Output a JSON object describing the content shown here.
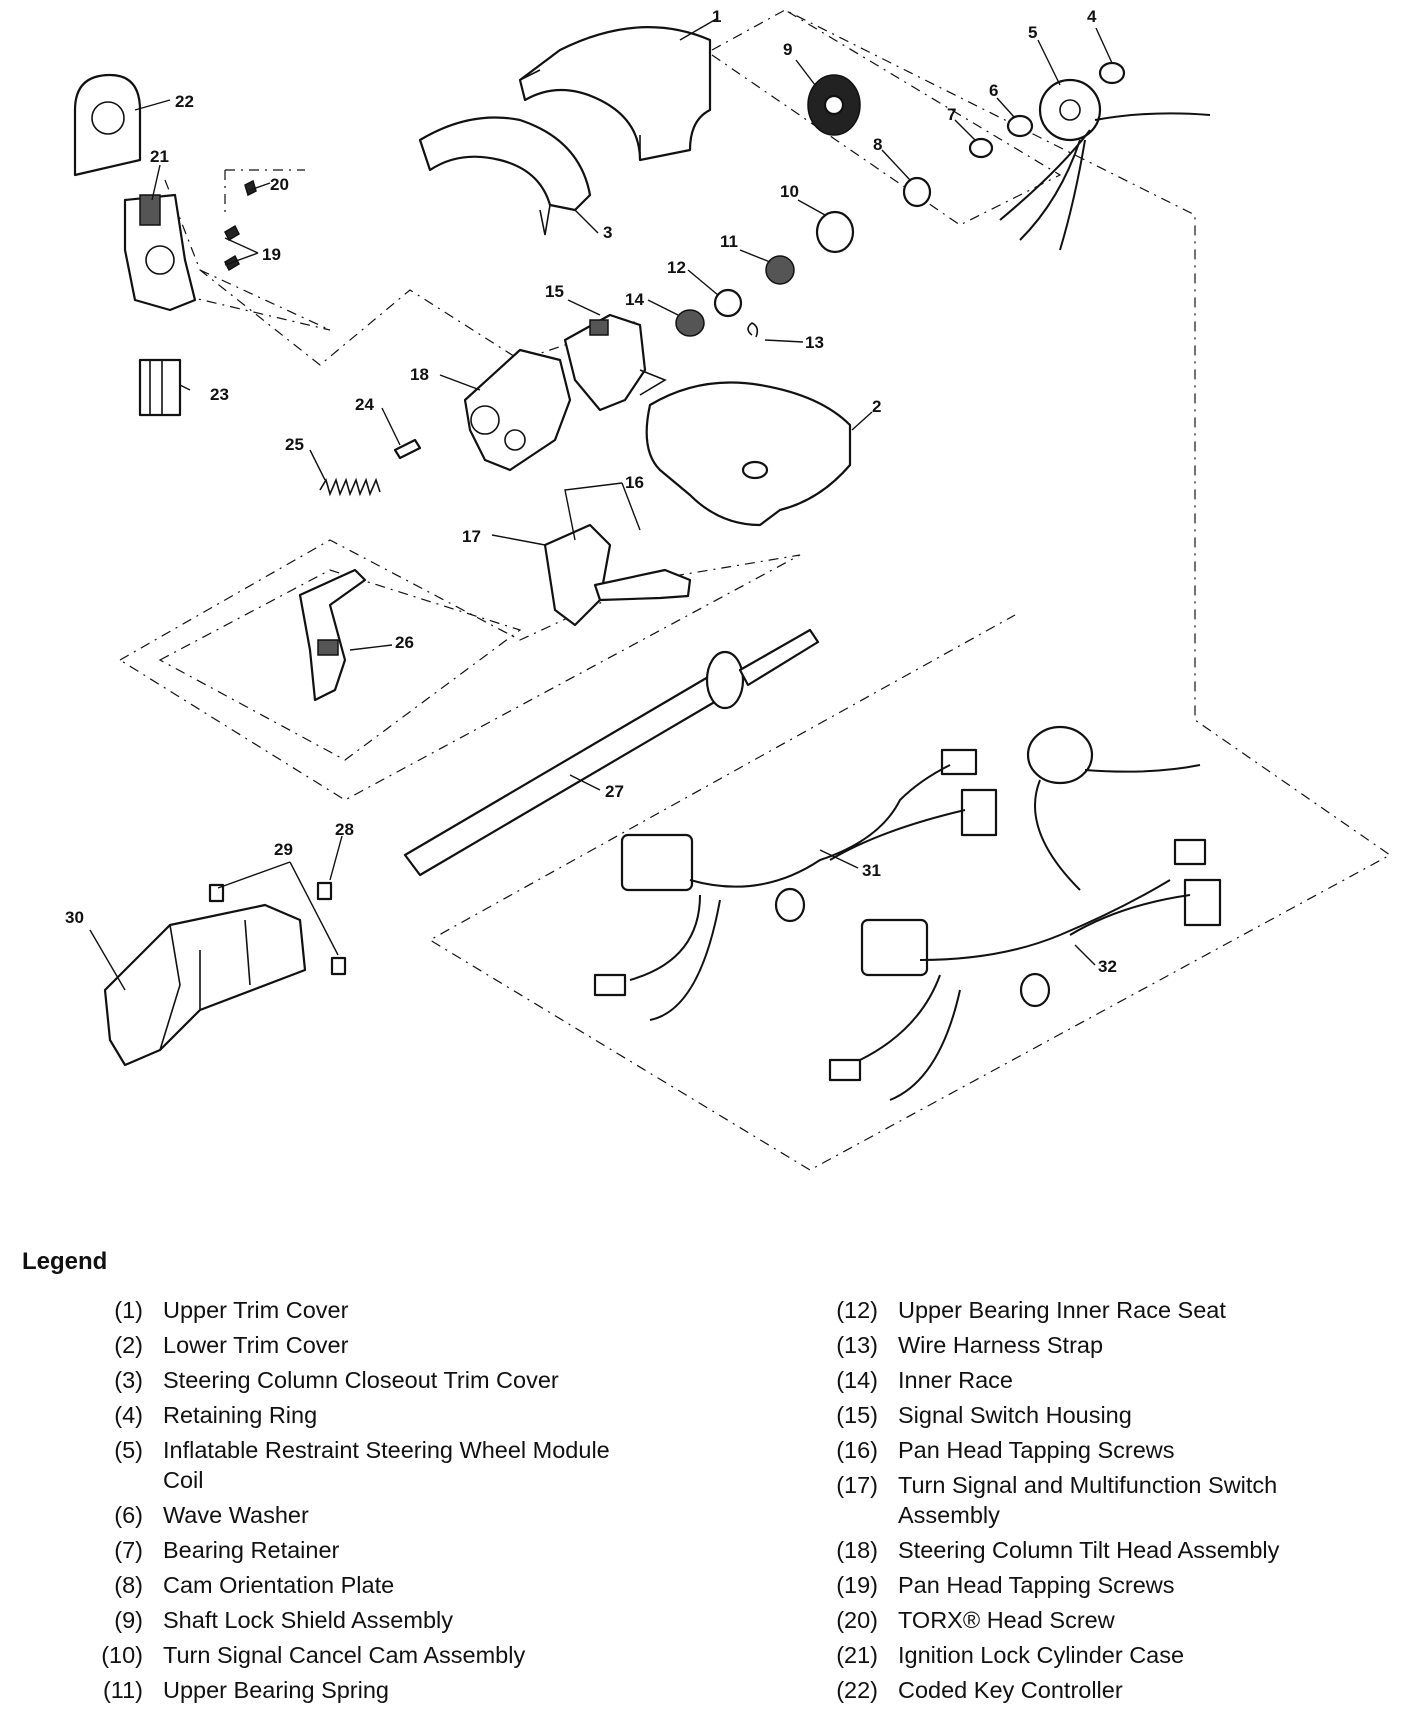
{
  "diagram": {
    "callouts": [
      "1",
      "2",
      "3",
      "4",
      "5",
      "6",
      "7",
      "8",
      "9",
      "10",
      "11",
      "12",
      "13",
      "14",
      "15",
      "16",
      "17",
      "18",
      "19",
      "20",
      "21",
      "22",
      "23",
      "24",
      "25",
      "26",
      "27",
      "28",
      "29",
      "30",
      "31",
      "32"
    ]
  },
  "legend": {
    "title": "Legend",
    "left_items": [
      {
        "num": "(1)",
        "text": "Upper Trim Cover"
      },
      {
        "num": "(2)",
        "text": "Lower Trim Cover"
      },
      {
        "num": "(3)",
        "text": "Steering Column Closeout Trim Cover"
      },
      {
        "num": "(4)",
        "text": "Retaining Ring"
      },
      {
        "num": "(5)",
        "text": "Inflatable Restraint Steering Wheel Module Coil"
      },
      {
        "num": "(6)",
        "text": "Wave Washer"
      },
      {
        "num": "(7)",
        "text": "Bearing Retainer"
      },
      {
        "num": "(8)",
        "text": "Cam Orientation Plate"
      },
      {
        "num": "(9)",
        "text": "Shaft Lock Shield Assembly"
      },
      {
        "num": "(10)",
        "text": "Turn Signal Cancel Cam Assembly"
      },
      {
        "num": "(11)",
        "text": "Upper Bearing Spring"
      }
    ],
    "right_items": [
      {
        "num": "(12)",
        "text": "Upper Bearing Inner Race Seat"
      },
      {
        "num": "(13)",
        "text": "Wire Harness Strap"
      },
      {
        "num": "(14)",
        "text": "Inner Race"
      },
      {
        "num": "(15)",
        "text": "Signal Switch Housing"
      },
      {
        "num": "(16)",
        "text": "Pan Head Tapping Screws"
      },
      {
        "num": "(17)",
        "text": "Turn Signal and Multifunction Switch Assembly"
      },
      {
        "num": "(18)",
        "text": "Steering Column Tilt Head Assembly"
      },
      {
        "num": "(19)",
        "text": "Pan Head Tapping Screws"
      },
      {
        "num": "(20)",
        "text": "TORX® Head Screw"
      },
      {
        "num": "(21)",
        "text": "Ignition Lock Cylinder Case"
      },
      {
        "num": "(22)",
        "text": "Coded Key Controller"
      }
    ]
  }
}
